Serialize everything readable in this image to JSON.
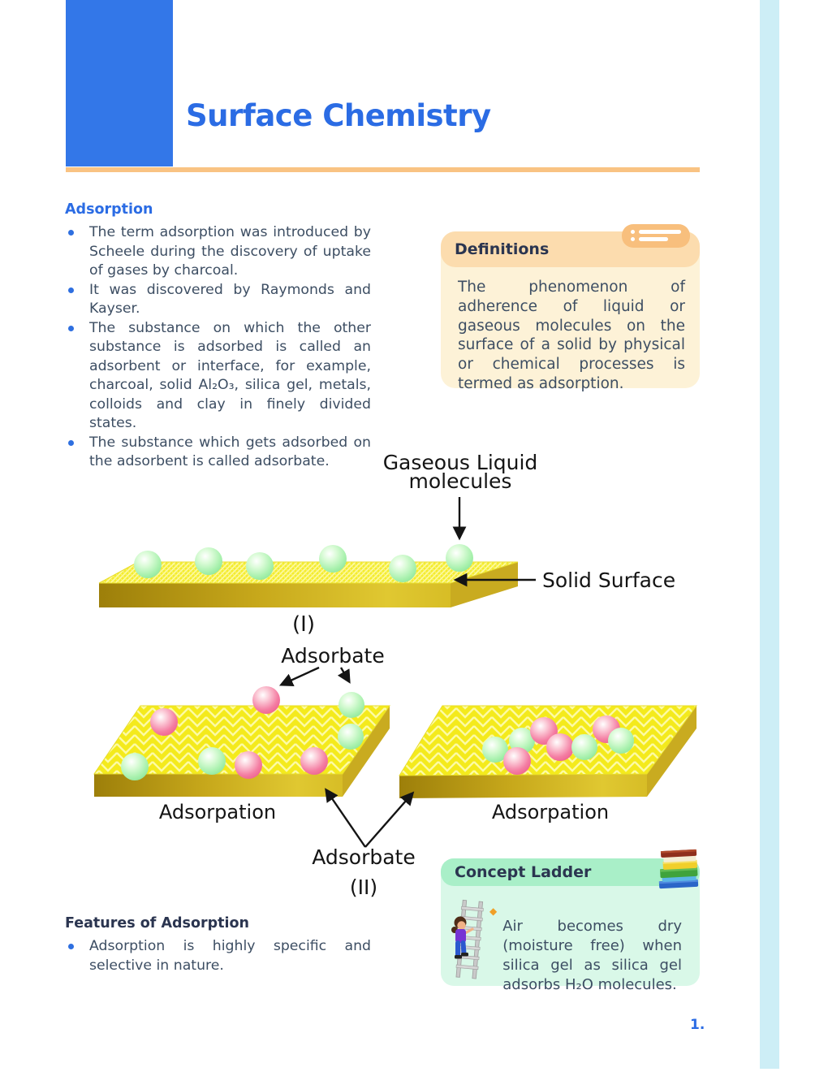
{
  "header": {
    "title": "Surface Chemistry"
  },
  "adsorption": {
    "heading": "Adsorption",
    "bullets": [
      "The term adsorption was introduced by Scheele during the discovery of uptake of gases by charcoal.",
      "It was discovered by Raymonds and Kayser.",
      "The substance on which the other substance is adsorbed is called an adsorbent or interface, for example, charcoal, solid Al₂O₃,  silica gel, metals, colloids and clay in finely divided states.",
      "The substance which gets adsorbed on the adsorbent is called adsorbate."
    ]
  },
  "definitions": {
    "heading": "Definitions",
    "body": "The phenomenon of adherence of liquid or gaseous molecules on the surface of a solid by physical or chemical processes is termed as adsorption.",
    "icon": "list-icon"
  },
  "diagram1": {
    "molecules_label_line1": "Gaseous Liquid",
    "molecules_label_line2": "molecules",
    "surface_label": "Solid Surface",
    "caption": "(I)"
  },
  "diagram2": {
    "adsorbate_top_label": "Adsorbate",
    "left_caption": "Adsorpation",
    "right_caption": "Adsorpation",
    "adsorbate_bottom_label": "Adsorbate",
    "caption": "(II)"
  },
  "features": {
    "heading": "Features of Adsorption",
    "bullets": [
      "Adsorption is highly specific and selective in nature."
    ]
  },
  "concept_ladder": {
    "heading": "Concept Ladder",
    "bullets": [
      "Air becomes dry (moisture free) when silica gel as silica gel adsorbs H₂O molecules."
    ],
    "icons": [
      "books-icon",
      "ladder-climber-illustration"
    ]
  },
  "page": {
    "number": "1."
  },
  "colors": {
    "accent_blue": "#2b6ce4",
    "header_block_blue": "#3377e8",
    "rule_orange": "#f9c383",
    "side_stripe_cyan": "#cdeef6",
    "definitions_header": "#fcdcae",
    "definitions_body": "#fdf2d7",
    "concept_header": "#a9efc8",
    "concept_body": "#d9f8e8",
    "body_text": "#3d4e63",
    "slab_yellow": "#f4ea1c",
    "sphere_green": "#a9f1ae",
    "sphere_pink": "#f47da2"
  }
}
